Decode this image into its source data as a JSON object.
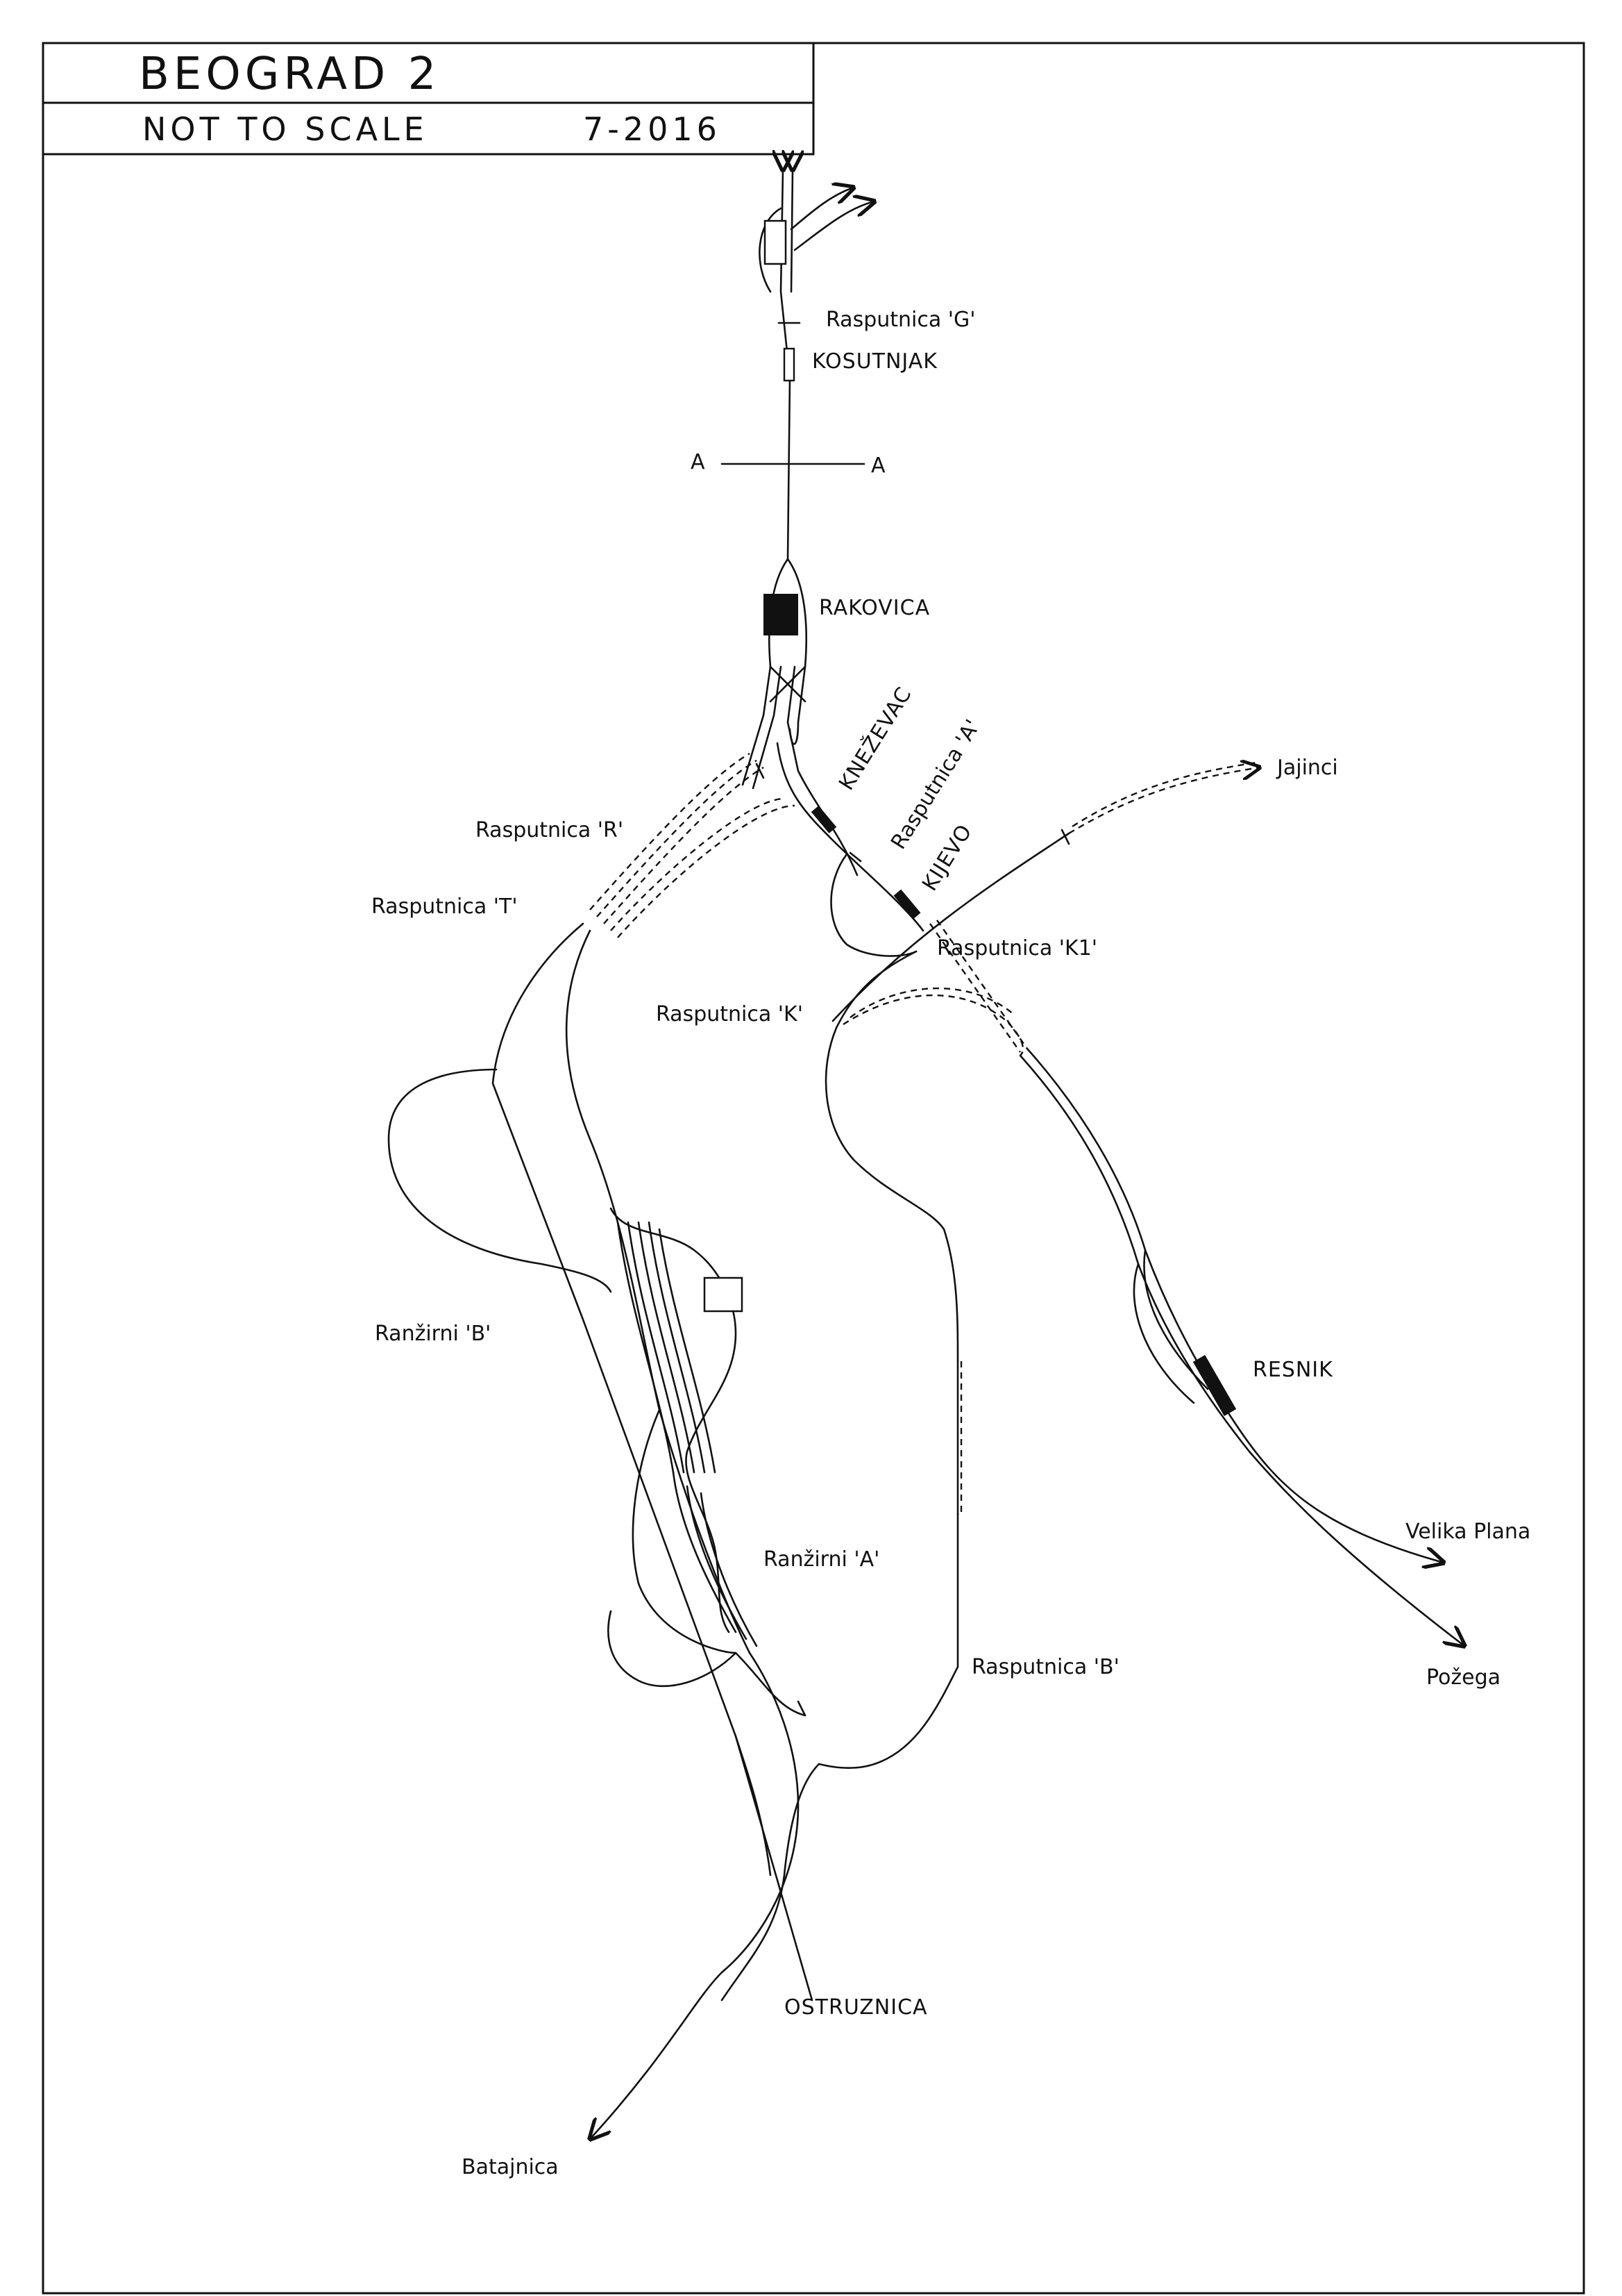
{
  "sheet": {
    "title": "BEOGRAD 2",
    "scale_note": "NOT TO SCALE",
    "date": "7-2016"
  },
  "labels": {
    "rasputnica_g": "Rasputnica 'G'",
    "kosutnjak": "KOSUTNJAK",
    "section_a_left": "A",
    "section_a_right": "A",
    "rakovica": "RAKOVICA",
    "knezevac": "KNEŽEVAC",
    "rasputnica_a": "Rasputnica 'A'",
    "kijevo": "KIJEVO",
    "jajinci": "Jajinci",
    "rasputnica_r": "Rasputnica 'R'",
    "rasputnica_t": "Rasputnica 'T'",
    "rasputnica_k1": "Rasputnica 'K1'",
    "rasputnica_k": "Rasputnica 'K'",
    "resnik": "RESNIK",
    "ranzirni_b": "Ranžirni 'B'",
    "ranzirni_a": "Ranžirni 'A'",
    "velika_plana": "Velika Plana",
    "pozega": "Požega",
    "rasputnica_b": "Rasputnica 'B'",
    "ostruznica": "OSTRUZNICA",
    "batajnica": "Batajnica"
  },
  "colors": {
    "ink": "#111111",
    "paper": "#ffffff"
  }
}
